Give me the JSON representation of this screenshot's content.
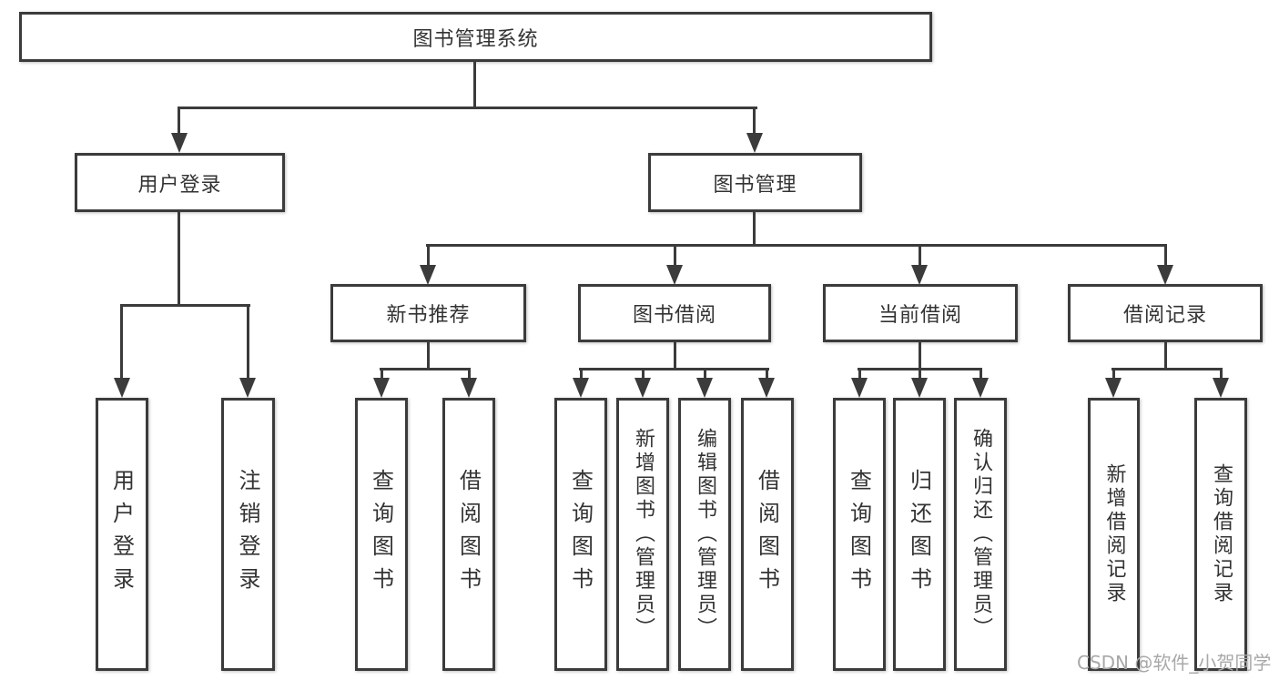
{
  "diagram": {
    "root": {
      "label": "图书管理系统"
    },
    "level2": [
      {
        "label": "用户登录"
      },
      {
        "label": "图书管理"
      }
    ],
    "level3": [
      {
        "label": "新书推荐"
      },
      {
        "label": "图书借阅"
      },
      {
        "label": "当前借阅"
      },
      {
        "label": "借阅记录"
      }
    ],
    "leaves": {
      "user_login": [
        "用户登录",
        "注销登录"
      ],
      "new_book_recommend": [
        "查询图书",
        "借阅图书"
      ],
      "book_borrow": [
        "查询图书",
        "新增图书（管理员）",
        "编辑图书（管理员）",
        "借阅图书"
      ],
      "current_borrow": [
        "查询图书",
        "归还图书",
        "确认归还（管理员）"
      ],
      "borrow_records": [
        "新增借阅记录",
        "查询借阅记录"
      ]
    }
  },
  "watermark": {
    "text": "CSDN @软件_小贺同学"
  },
  "colors": {
    "line": "#3b3b3b",
    "text": "#333333",
    "box_bg": "#ffffff",
    "watermark": "#a8a8a8"
  }
}
